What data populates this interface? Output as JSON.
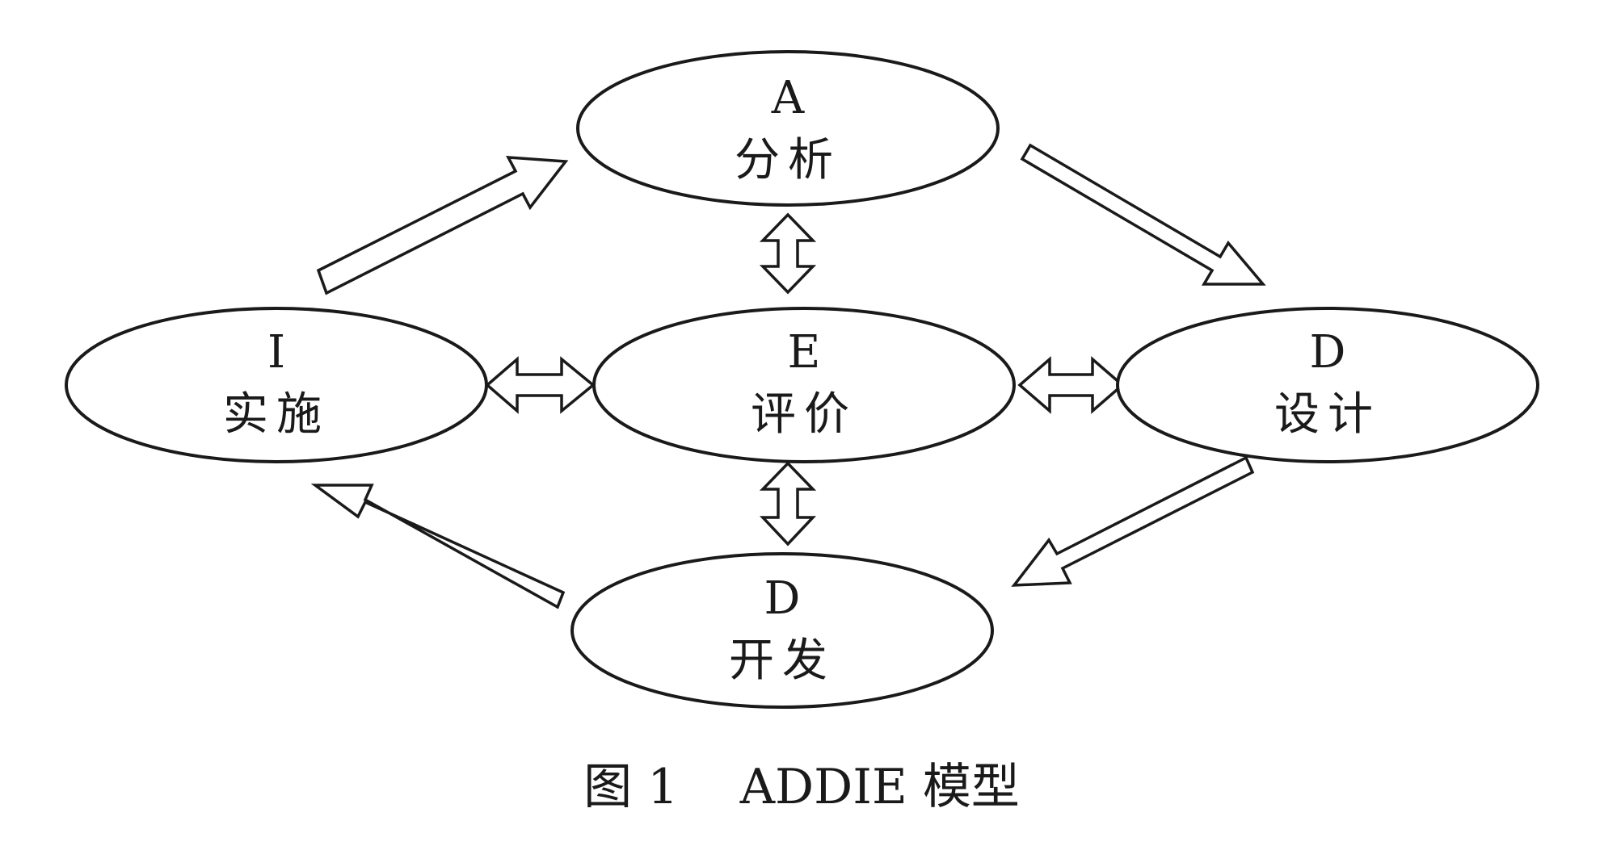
{
  "figure": {
    "caption": "图 1    ADDIE 模型"
  },
  "nodes": {
    "analysis": {
      "letter": "A",
      "label": "分析"
    },
    "design": {
      "letter": "D",
      "label": "设计"
    },
    "development": {
      "letter": "D",
      "label": "开发"
    },
    "implementation": {
      "letter": "I",
      "label": "实施"
    },
    "evaluation": {
      "letter": "E",
      "label": "评价"
    }
  },
  "colors": {
    "stroke": "#1a1a1a",
    "fill": "#ffffff",
    "background": "#ffffff"
  }
}
